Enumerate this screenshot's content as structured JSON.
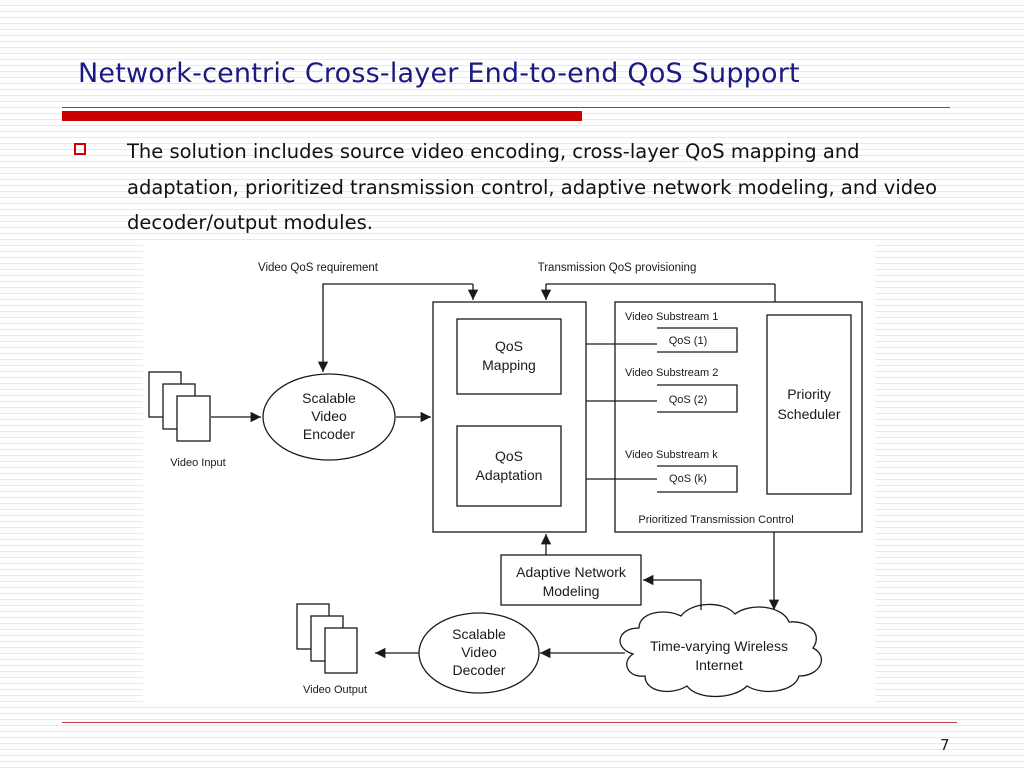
{
  "slide": {
    "title": "Network-centric Cross-layer End-to-end QoS Support",
    "bullet": "The solution includes source video encoding, cross-layer QoS mapping and adaptation, prioritized transmission control, adaptive network modeling, and video decoder/output modules.",
    "page_number": "7"
  },
  "diagram": {
    "top_labels": {
      "video_qos_requirement": "Video QoS requirement",
      "transmission_qos_provisioning": "Transmission QoS provisioning"
    },
    "encoder": {
      "line1": "Scalable",
      "line2": "Video",
      "line3": "Encoder"
    },
    "video_input_label": "Video Input",
    "qos_mapping": {
      "line1": "QoS",
      "line2": "Mapping"
    },
    "qos_adaptation": {
      "line1": "QoS",
      "line2": "Adaptation"
    },
    "substreams": [
      {
        "label": "Video Substream 1",
        "queue": "QoS (1)"
      },
      {
        "label": "Video Substream 2",
        "queue": "QoS (2)"
      },
      {
        "label": "Video Substream k",
        "queue": "QoS (k)"
      }
    ],
    "priority_scheduler": {
      "line1": "Priority",
      "line2": "Scheduler"
    },
    "prioritized_transmission_control": "Prioritized Transmission  Control",
    "adaptive_network_modeling": {
      "line1": "Adaptive Network",
      "line2": "Modeling"
    },
    "wireless_internet": {
      "line1": "Time-varying Wireless",
      "line2": "Internet"
    },
    "decoder": {
      "line1": "Scalable",
      "line2": "Video",
      "line3": "Decoder"
    },
    "video_output_label": "Video Output"
  }
}
